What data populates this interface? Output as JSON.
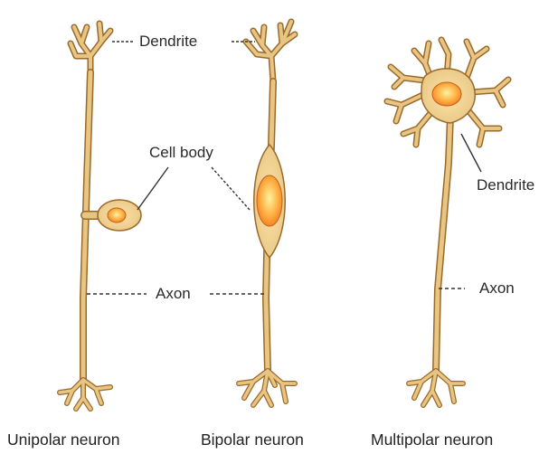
{
  "labels": {
    "dendrite_top": "Dendrite",
    "cell_body": "Cell body",
    "axon_center": "Axon",
    "dendrite_right": "Dendrite",
    "axon_right": "Axon"
  },
  "captions": {
    "unipolar": "Unipolar neuron",
    "bipolar": "Bipolar neuron",
    "multipolar": "Multipolar neuron"
  },
  "colors": {
    "fiber": "#e8c583",
    "fiber_outline": "#9a6a2a",
    "soma_light": "#fff0a0",
    "soma_mid": "#ffb347",
    "soma_dark": "#f07a1e",
    "leader": "#333333"
  }
}
